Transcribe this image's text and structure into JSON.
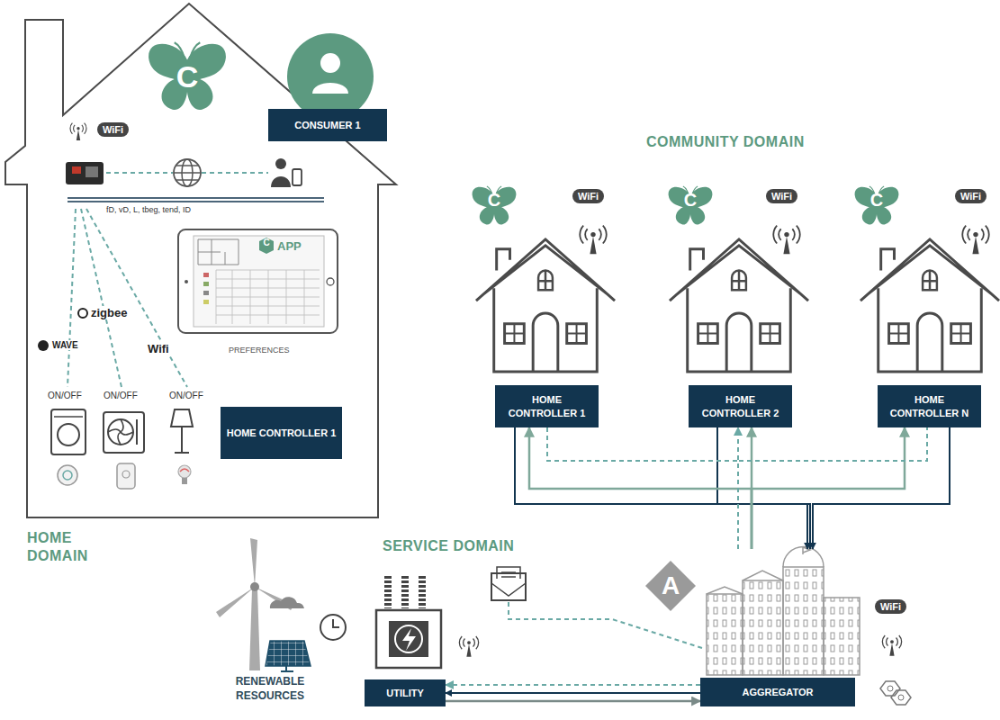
{
  "diagram": {
    "nodes": [
      {
        "text": [
          "CONSUMER 1"
        ]
      },
      {
        "text": [
          "HOME CONTROLLER 1"
        ]
      },
      {
        "text": [
          "HOME CONTROLLER 1"
        ]
      },
      {
        "text": [
          "HOME CONTROLLER 2"
        ]
      },
      {
        "text": [
          "HOME CONTROLLER N"
        ]
      },
      {
        "text": [
          "UTILITY"
        ]
      },
      {
        "text": [
          "AGGREGATOR"
        ]
      },
      {
        "text": [
          "A"
        ]
      }
    ],
    "edges": [
      {
        "from": 2,
        "to": 6,
        "arrow": "to"
      },
      {
        "from": 3,
        "to": 6,
        "arrow": "to"
      },
      {
        "from": 4,
        "to": 6,
        "arrow": "to"
      },
      {
        "from": 6,
        "to": 2,
        "arrow": "to"
      },
      {
        "from": 6,
        "to": 3,
        "arrow": "to"
      },
      {
        "from": 6,
        "to": 4,
        "arrow": "to"
      },
      {
        "from": 6,
        "to": 2,
        "arrow": "none"
      },
      {
        "from": 6,
        "to": 3,
        "arrow": "to"
      },
      {
        "from": 6,
        "to": 4,
        "arrow": "none"
      },
      {
        "from": 6,
        "to": 5,
        "arrow": "to"
      },
      {
        "from": 6,
        "to": 5,
        "arrow": "to"
      },
      {
        "from": 5,
        "to": 6,
        "arrow": "to"
      }
    ],
    "labels": [
      "C",
      "WiFi",
      "fD, vD, L, tbeg, tend, ID",
      "C",
      "APP",
      "PREFERENCES",
      "zigbee",
      "WAVE",
      "Wifi",
      "ON/OFF",
      "ON/OFF",
      "ON/OFF",
      "HOME DOMAIN",
      "COMMUNITY DOMAIN",
      "C",
      "WiFi",
      "C",
      "WiFi",
      "C",
      "WiFi",
      "SERVICE DOMAIN",
      "RENEWABLE RESOURCES",
      "WiFi"
    ]
  }
}
